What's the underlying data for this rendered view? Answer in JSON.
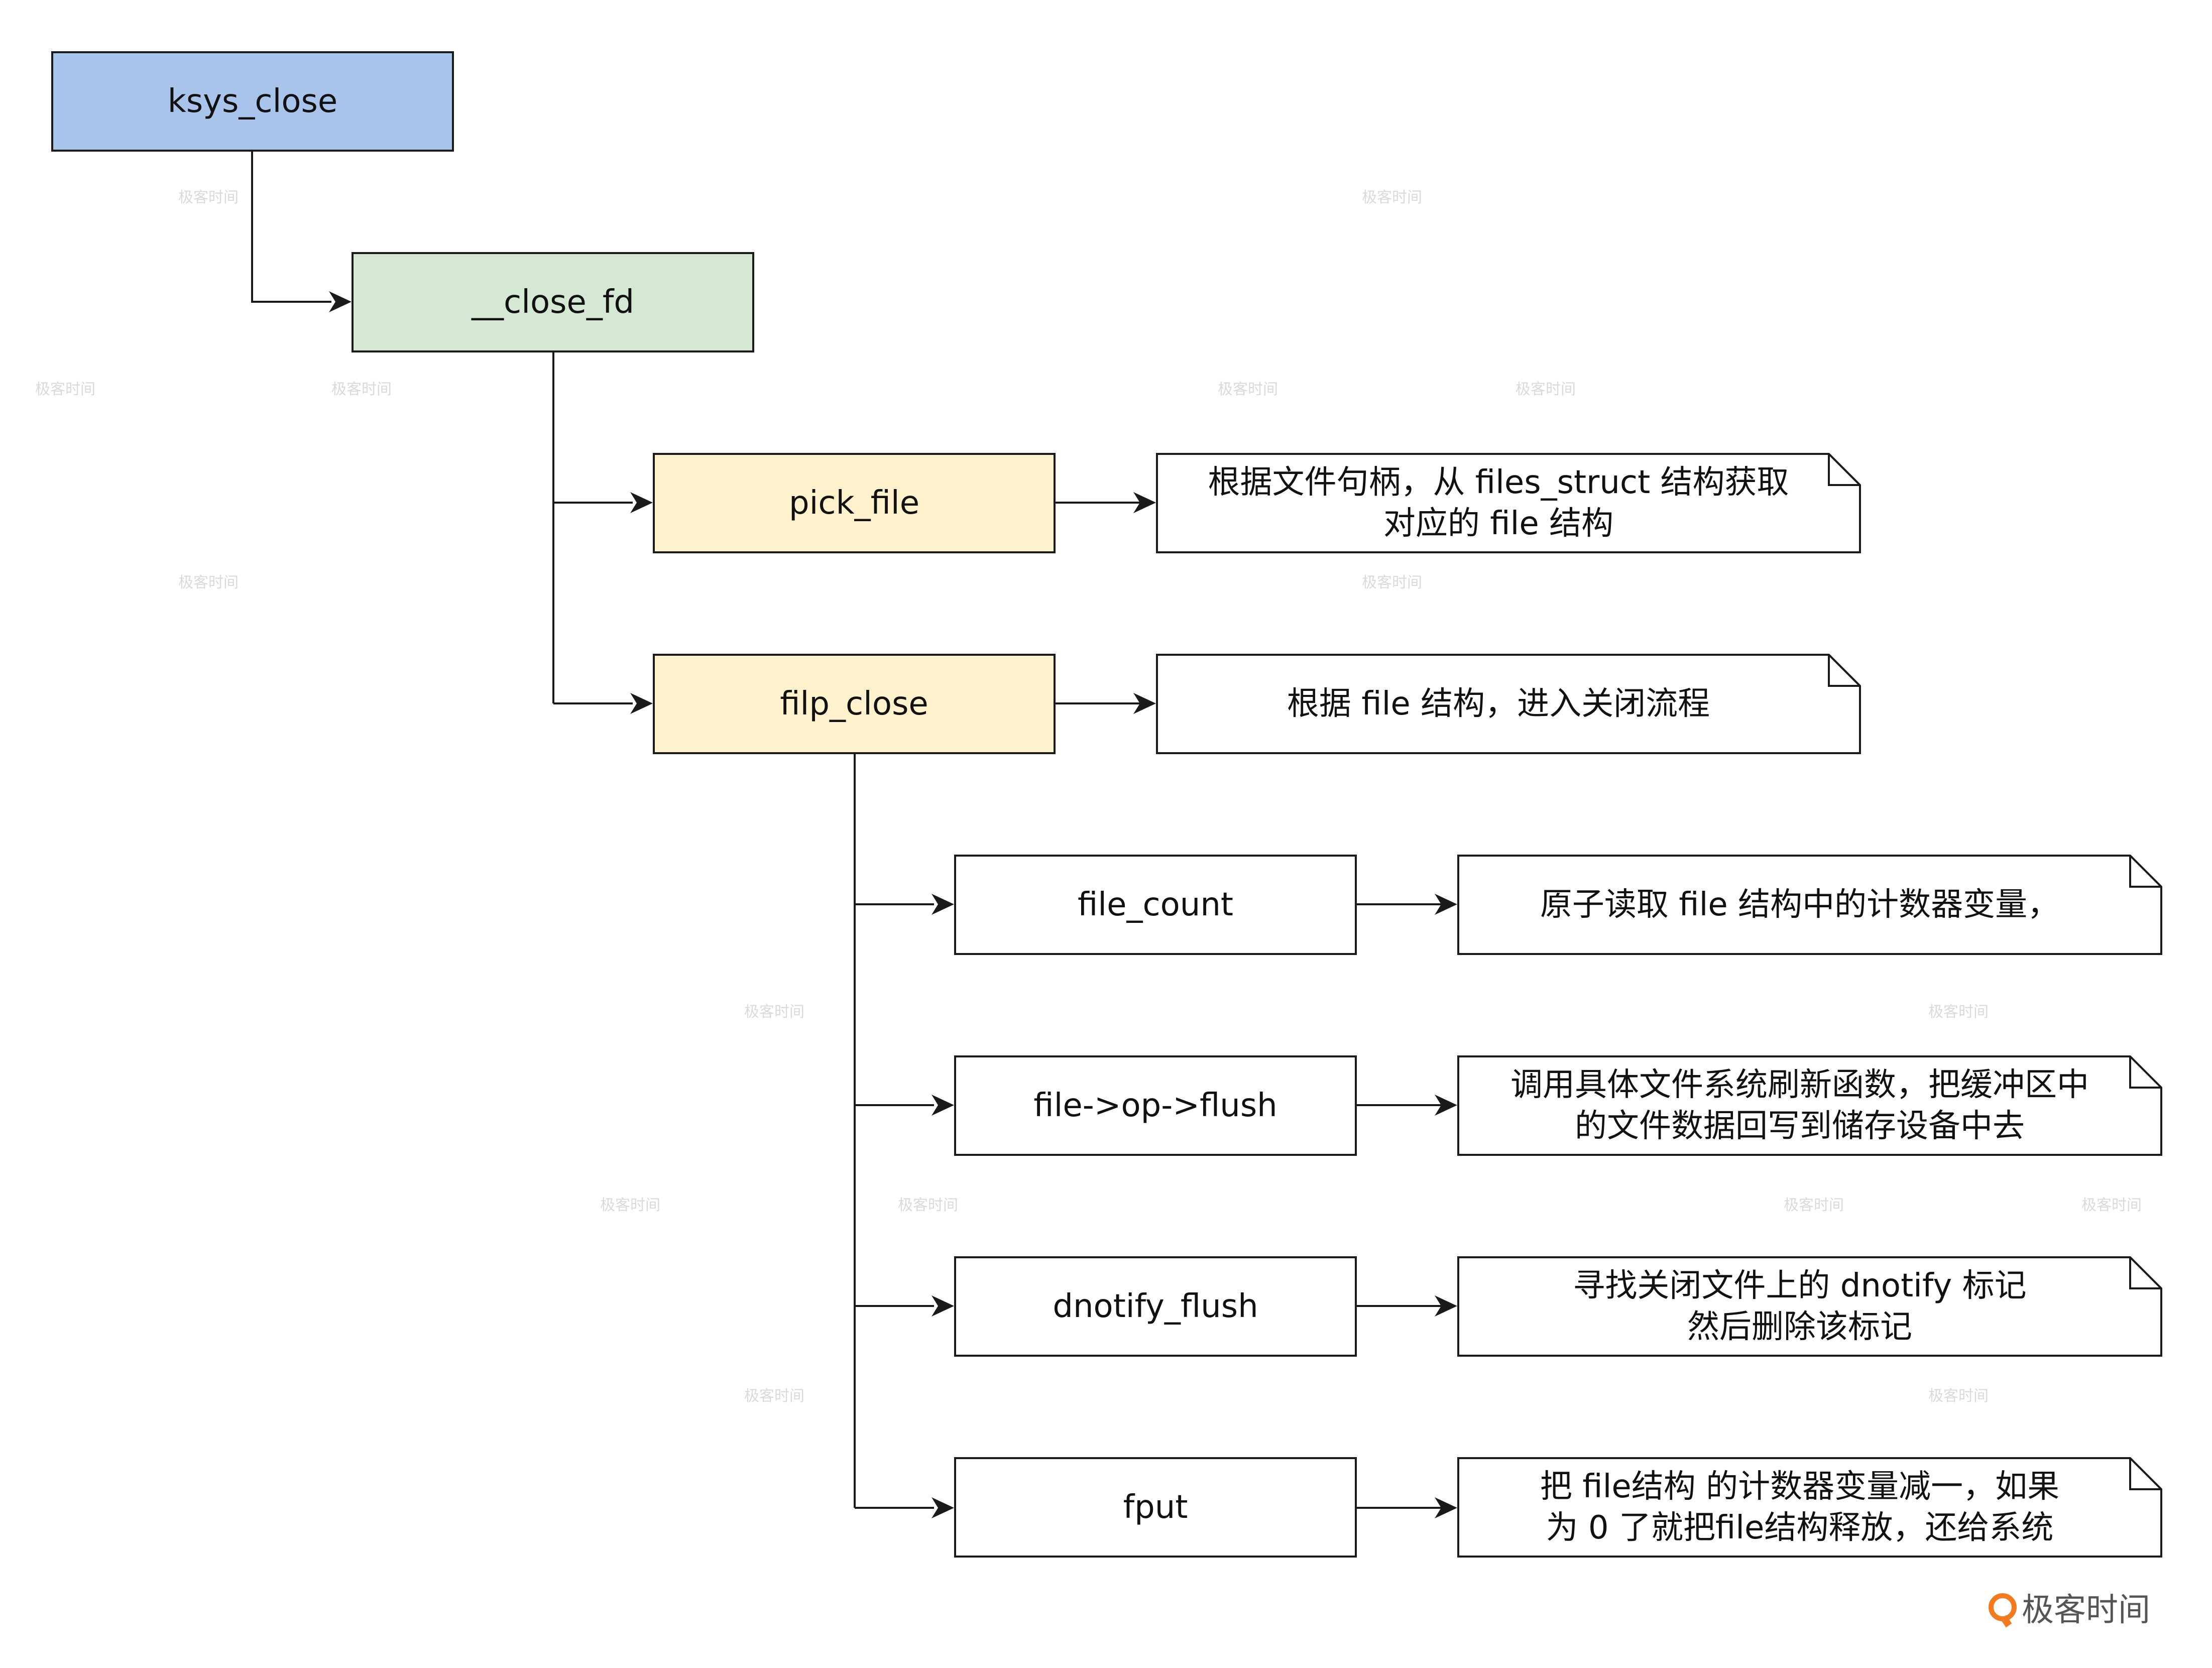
{
  "nodes": {
    "ksys_close": "ksys_close",
    "close_fd": "__close_fd",
    "pick_file": "pick_file",
    "filp_close": "filp_close",
    "file_count": "file_count",
    "flush": "file->op->flush",
    "dnotify_flush": "dnotify_flush",
    "fput": "fput"
  },
  "notes": {
    "pick_file": "根据文件句柄，从 files_struct 结构获取\n对应的 file 结构",
    "filp_close": "根据 file 结构，进入关闭流程",
    "file_count": "原子读取 file 结构中的计数器变量，",
    "flush": "调用具体文件系统刷新函数，把缓冲区中\n的文件数据回写到储存设备中去",
    "dnotify_flush": "寻找关闭文件上的 dnotify 标记\n然后删除该标记",
    "fput": "把 file结构 的计数器变量减一，如果\n为 0 了就把file结构释放，还给系统"
  },
  "watermark": "极客时间",
  "logo_text": "极客时间",
  "colors": {
    "ksys_close": "#a9c4eb",
    "close_fd": "#d5e8d4",
    "level2": "#fff2cc",
    "level3": "#ffffff",
    "line": "#1a1a1a",
    "logo": "#f37a1f"
  }
}
